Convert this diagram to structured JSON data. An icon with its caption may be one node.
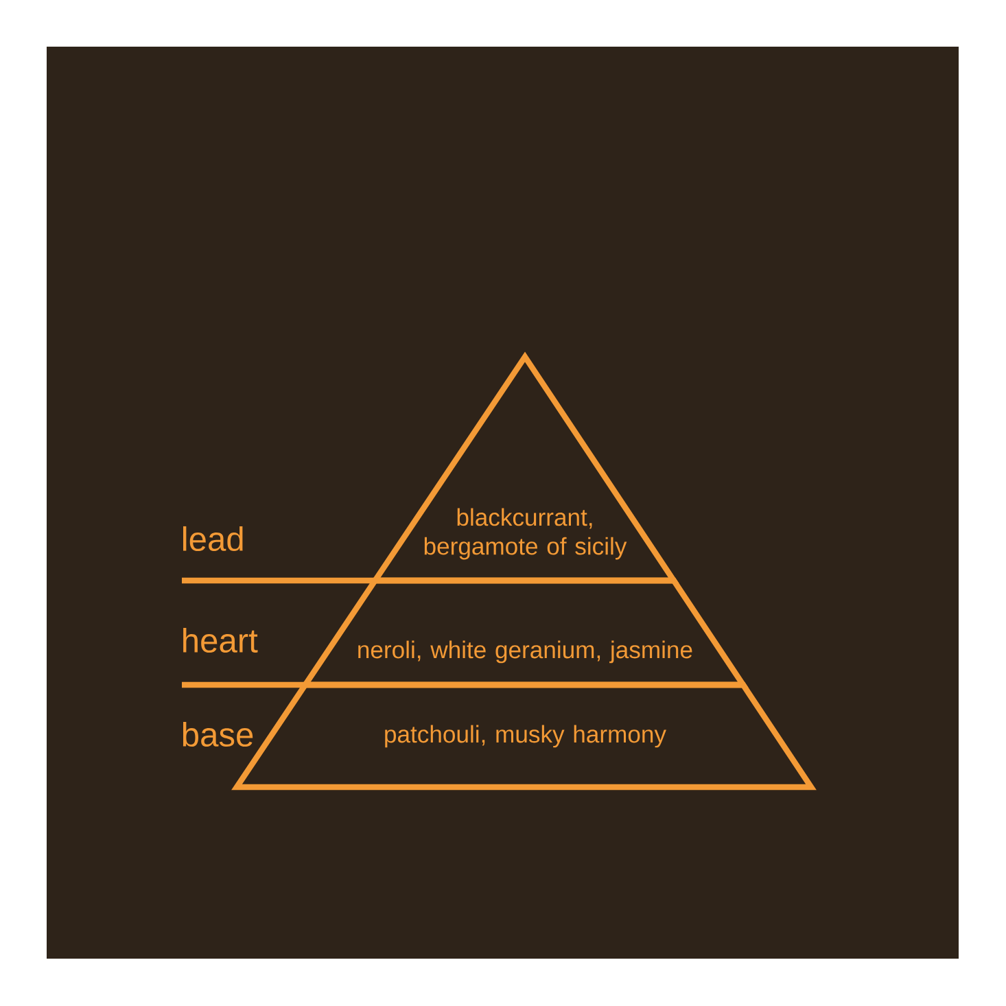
{
  "diagram": {
    "nodes": [
      {
        "text": [
          "blackcurrant, bergamote of sicily"
        ]
      },
      {
        "text": [
          "neroli, white geranium, jasmine"
        ]
      },
      {
        "text": [
          "patchouli, musky harmony"
        ]
      }
    ],
    "labels": [
      "lead",
      "heart",
      "base"
    ]
  }
}
